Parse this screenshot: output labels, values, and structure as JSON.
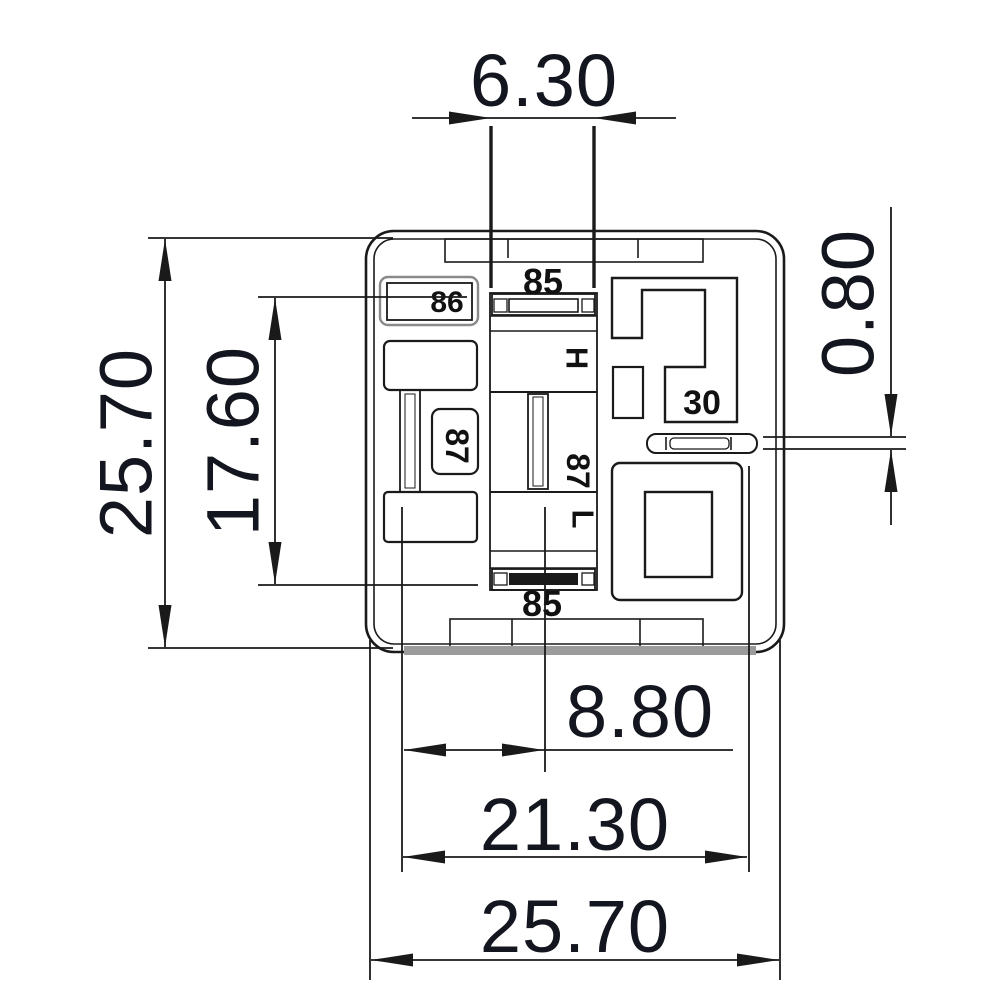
{
  "colors": {
    "background": "#ffffff",
    "line": "#1a1a1a",
    "dimension_text": "#14161f",
    "pin_text": "#111111",
    "bottom_shadow": "#9b9b9b"
  },
  "dimensions": {
    "top_slot_width": "6.30",
    "notch_thickness": "0.80",
    "overall_height": "25.70",
    "pin_field_height": "17.60",
    "center_offset": "8.80",
    "mount_width": "21.30",
    "overall_width": "25.70"
  },
  "pin_labels": {
    "top_blade": "85",
    "coil": "86",
    "left_blade": "87",
    "high": "H",
    "center_blade": "87",
    "low": "L",
    "power": "30",
    "bottom_blade": "85"
  }
}
